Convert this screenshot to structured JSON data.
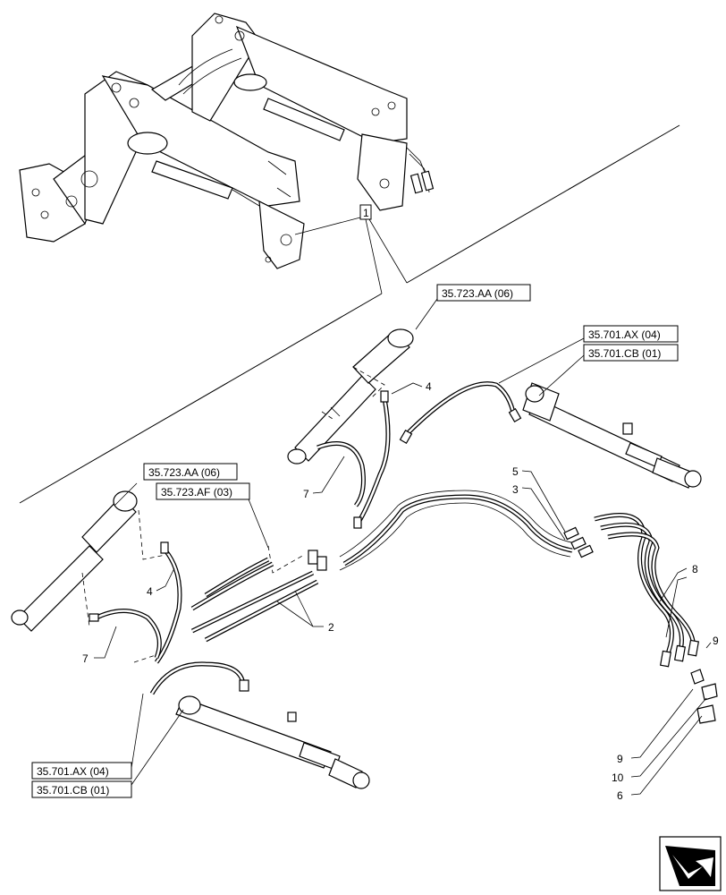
{
  "callouts": {
    "item1": "1",
    "item2": "2",
    "item3": "3",
    "item4_upper": "4",
    "item4_lower": "4",
    "item5": "5",
    "item6": "6",
    "item7_upper": "7",
    "item7_lower": "7",
    "item8": "8",
    "item9_upper": "9",
    "item9_lower": "9",
    "item10": "10"
  },
  "references": {
    "ref_aa_upper": "35.723.AA (06)",
    "ref_ax_upper": "35.701.AX (04)",
    "ref_cb_upper": "35.701.CB (01)",
    "ref_aa_lower": "35.723.AA (06)",
    "ref_af_lower": "35.723.AF (03)",
    "ref_ax_lower": "35.701.AX (04)",
    "ref_cb_lower": "35.701.CB (01)"
  },
  "icons": {
    "nav": "next-page-arrow-icon"
  }
}
